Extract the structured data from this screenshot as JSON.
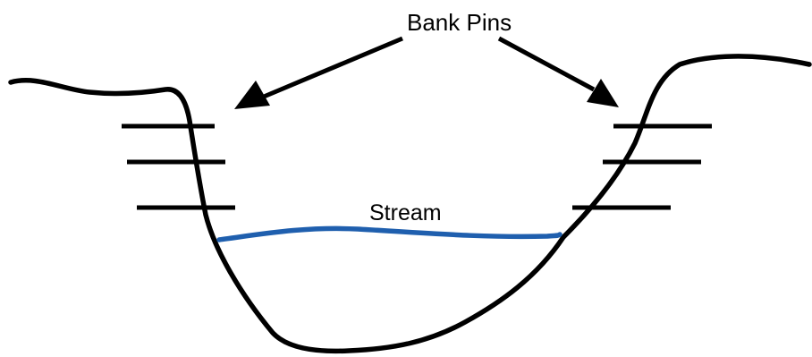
{
  "labels": {
    "bank_pins": "Bank Pins",
    "stream": "Stream"
  },
  "colors": {
    "outline": "#000000",
    "stream": "#1f5fae",
    "background": "#ffffff"
  },
  "pins": {
    "left_bank_count": 3,
    "right_bank_count": 3
  }
}
